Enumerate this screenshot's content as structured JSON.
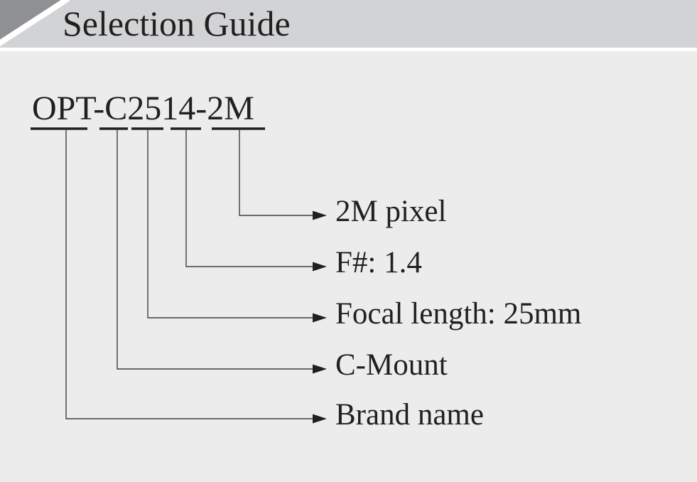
{
  "header": {
    "title": "Selection Guide"
  },
  "diagram": {
    "model_code": "OPT-C2514-2M",
    "segments": [
      {
        "code": "OPT",
        "label": "Brand name"
      },
      {
        "code": "C",
        "label": "C-Mount"
      },
      {
        "code": "25",
        "label": "Focal length: 25mm"
      },
      {
        "code": "14",
        "label": "F#: 1.4"
      },
      {
        "code": "2M",
        "label": "2M pixel"
      }
    ]
  },
  "colors": {
    "header_band": "#d2d3d4",
    "corner_triangle": "#8e9093",
    "content_background": "#ececec",
    "text": "#231f20",
    "connector_line": "#3f3f3f"
  }
}
